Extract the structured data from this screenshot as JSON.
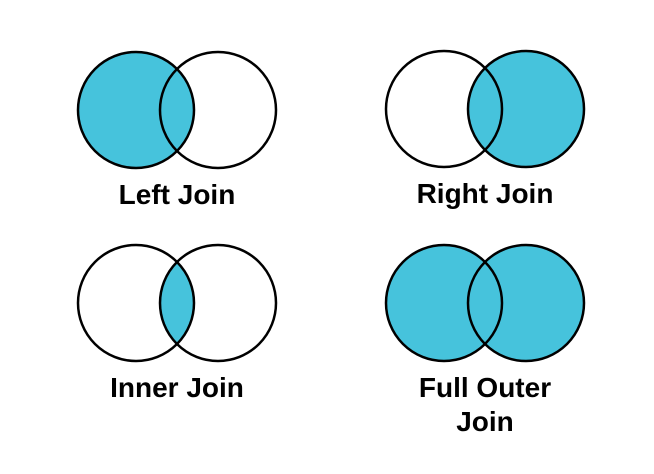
{
  "page": {
    "background": "#ffffff"
  },
  "colors": {
    "fill": "#46c3dc",
    "empty": "#ffffff",
    "stroke": "#000000",
    "label": "#000000"
  },
  "diagrams": [
    {
      "id": "left-join",
      "label": "Left Join",
      "left_filled": true,
      "right_filled": false,
      "intersection_filled": true
    },
    {
      "id": "right-join",
      "label": "Right Join",
      "left_filled": false,
      "right_filled": true,
      "intersection_filled": true
    },
    {
      "id": "inner-join",
      "label": "Inner Join",
      "left_filled": false,
      "right_filled": false,
      "intersection_filled": true
    },
    {
      "id": "full-outer-join",
      "label": "Full Outer Join",
      "left_filled": true,
      "right_filled": true,
      "intersection_filled": true
    }
  ]
}
